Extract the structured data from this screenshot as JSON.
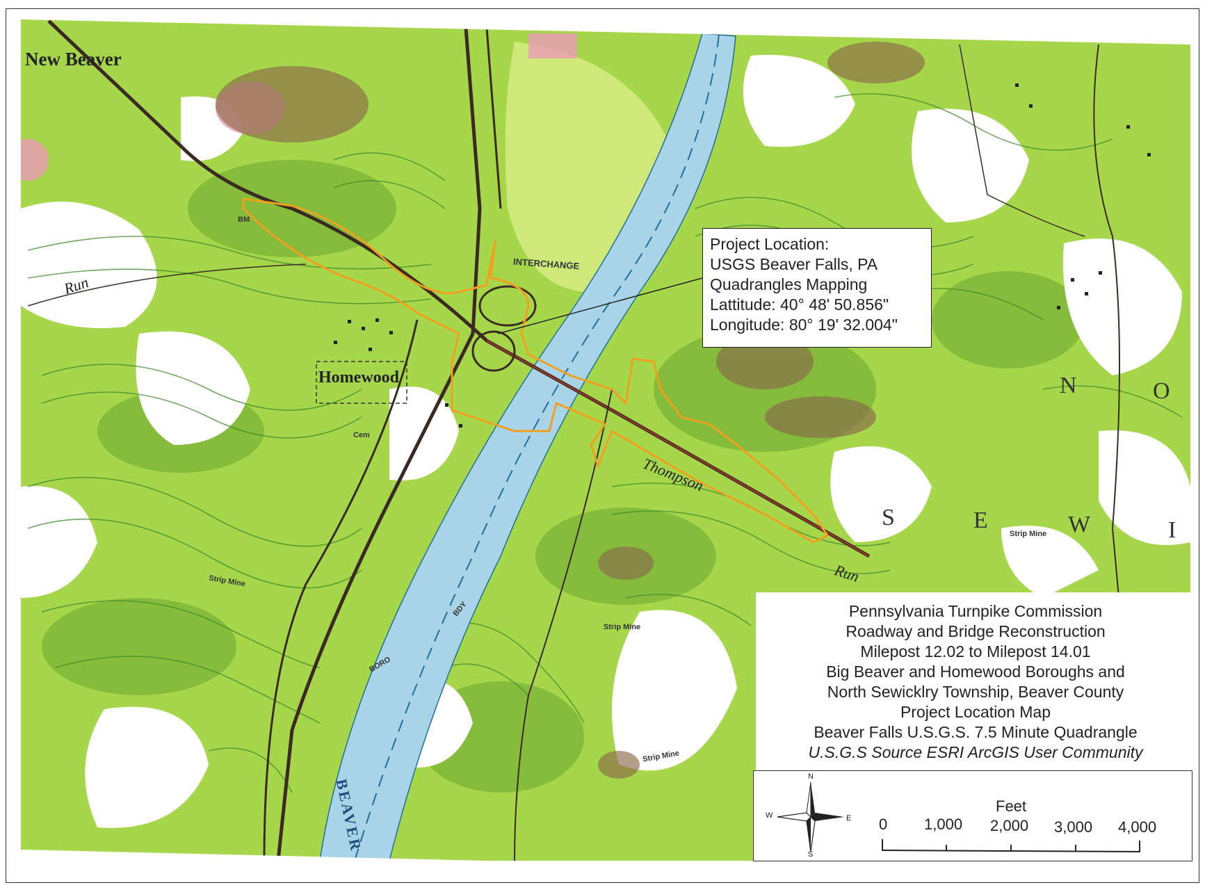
{
  "map": {
    "place_labels": [
      {
        "id": "new-beaver",
        "text": "New Beaver"
      },
      {
        "id": "homewood",
        "text": "Homewood"
      },
      {
        "id": "run",
        "text": "Run"
      },
      {
        "id": "thompson",
        "text": "Thompson"
      },
      {
        "id": "run-2",
        "text": "Run"
      },
      {
        "id": "interchange",
        "text": "INTERCHANGE"
      },
      {
        "id": "beaver-river",
        "text": "BEAVER"
      },
      {
        "id": "boro",
        "text": "BORO"
      },
      {
        "id": "bdy",
        "text": "BDY"
      },
      {
        "id": "strip-mine-1",
        "text": "Strip Mine"
      },
      {
        "id": "strip-mine-2",
        "text": "Strip Mine"
      },
      {
        "id": "strip-mine-3",
        "text": "Strip Mine"
      },
      {
        "id": "strip-mine-4",
        "text": "Strip Mine"
      },
      {
        "id": "cem",
        "text": "Cem"
      },
      {
        "id": "bm",
        "text": "BM"
      },
      {
        "id": "north",
        "text": "N"
      },
      {
        "id": "o",
        "text": "O"
      },
      {
        "id": "s",
        "text": "S"
      },
      {
        "id": "e",
        "text": "E"
      },
      {
        "id": "w",
        "text": "W"
      },
      {
        "id": "i",
        "text": "I"
      }
    ],
    "colors": {
      "forest": "#a6d64a",
      "forest_dark": "#6aa832",
      "clearing": "#ffffff",
      "river": "#a9d4e8",
      "river_line": "#1f6f9a",
      "contour": "#3f8a2a",
      "road": "#3b2a22",
      "project_outline": "#f0a020",
      "strip_mine": "#8a6a4a",
      "urban_pink": "#e8a0b0"
    }
  },
  "callout": {
    "lines": [
      "Project Location:",
      "USGS Beaver Falls, PA",
      "Quadrangles Mapping",
      "Lattitude: 40° 48' 50.856\"",
      "Longitude: 80° 19' 32.004\""
    ]
  },
  "title_block": {
    "lines": [
      "Pennsylvania Turnpike Commission",
      "Roadway and Bridge Reconstruction",
      "Milepost 12.02 to Milepost 14.01",
      "Big Beaver and Homewood Boroughs and",
      "North Sewicklry Township, Beaver County",
      "Project Location Map",
      "Beaver Falls U.S.G.S. 7.5 Minute Quadrangle"
    ],
    "source": "U.S.G.S Source ESRI ArcGIS User Community"
  },
  "legend": {
    "compass": {
      "n": "N",
      "s": "S",
      "e": "E",
      "w": "W"
    },
    "scale": {
      "unit": "Feet",
      "ticks": [
        "0",
        "1,000",
        "2,000",
        "3,000",
        "4,000"
      ]
    }
  }
}
